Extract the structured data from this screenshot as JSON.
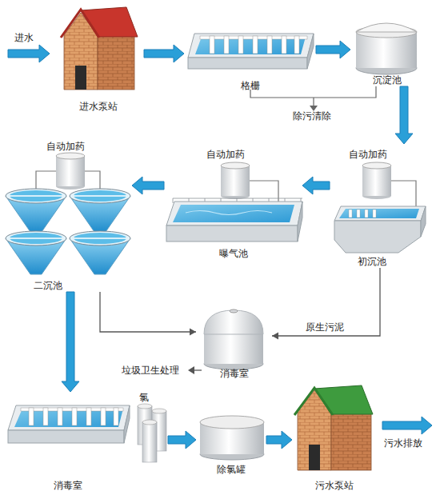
{
  "diagram": {
    "nodes": [
      {
        "text": [
          "进水泵站"
        ]
      },
      {
        "text": [
          "格栅"
        ]
      },
      {
        "text": [
          "沉淀池"
        ]
      },
      {
        "text": [
          "初沉池"
        ]
      },
      {
        "text": [
          "曝气池"
        ]
      },
      {
        "text": [
          "二沉池"
        ]
      },
      {
        "text": [
          "消毒室"
        ]
      },
      {
        "text": [
          "消毒室"
        ]
      },
      {
        "text": [
          "除氯罐"
        ]
      },
      {
        "text": [
          "污水泵站"
        ]
      }
    ],
    "edges": [
      {
        "from": 0,
        "to": 1,
        "arrow": "to"
      },
      {
        "from": 1,
        "to": 2,
        "arrow": "to"
      },
      {
        "from": 2,
        "to": 3,
        "arrow": "to"
      },
      {
        "from": 3,
        "to": 4,
        "arrow": "to"
      },
      {
        "from": 4,
        "to": 5,
        "arrow": "to"
      },
      {
        "from": 5,
        "to": 6,
        "arrow": "to"
      },
      {
        "from": 3,
        "to": 6,
        "label": "原生污泥",
        "arrow": "to"
      },
      {
        "from": 5,
        "to": 7,
        "arrow": "to"
      },
      {
        "from": 7,
        "to": 8,
        "arrow": "to"
      },
      {
        "from": 8,
        "to": 9,
        "arrow": "to"
      }
    ],
    "labels": [
      "进水",
      "除污清除",
      "自动加药",
      "自动加药",
      "自动加药",
      "垃圾卫生处理",
      "氯",
      "污水排放"
    ]
  }
}
